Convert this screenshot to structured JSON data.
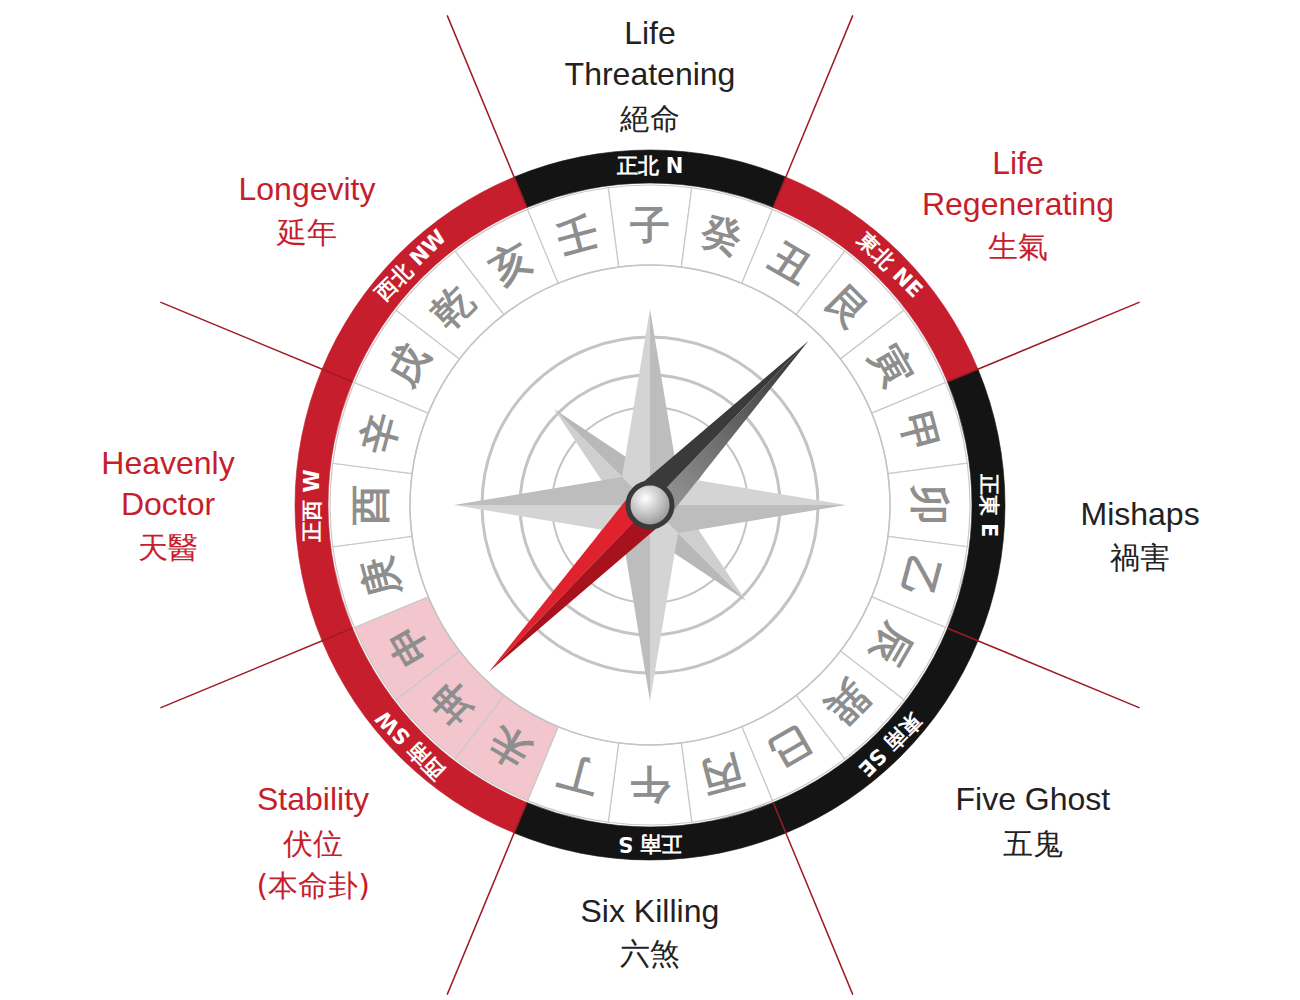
{
  "diagram": {
    "nodes": [
      {
        "text": [
          "正北 N"
        ]
      },
      {
        "text": [
          "東北 NE"
        ]
      },
      {
        "text": [
          "正東 E"
        ]
      },
      {
        "text": [
          "東南 SE"
        ]
      },
      {
        "text": [
          "正南 S"
        ]
      },
      {
        "text": [
          "西南 SW"
        ]
      },
      {
        "text": [
          "正西 W"
        ]
      },
      {
        "text": [
          "西北 NW"
        ]
      }
    ],
    "labels": [
      "Life Threatening",
      "絕命",
      "Life Regenerating",
      "生氣",
      "Mishaps",
      "禍害",
      "Five Ghost",
      "五鬼",
      "Six Killing",
      "六煞",
      "Stability",
      "伏位",
      "(本命卦)",
      "Heavenly Doctor",
      "天醫",
      "Longevity",
      "延年",
      "壬",
      "子",
      "癸",
      "丑",
      "艮",
      "寅",
      "甲",
      "卯",
      "乙",
      "辰",
      "巽",
      "巳",
      "丙",
      "午",
      "丁",
      "未",
      "坤",
      "申",
      "庚",
      "酉",
      "辛",
      "戌",
      "乾",
      "亥"
    ]
  }
}
